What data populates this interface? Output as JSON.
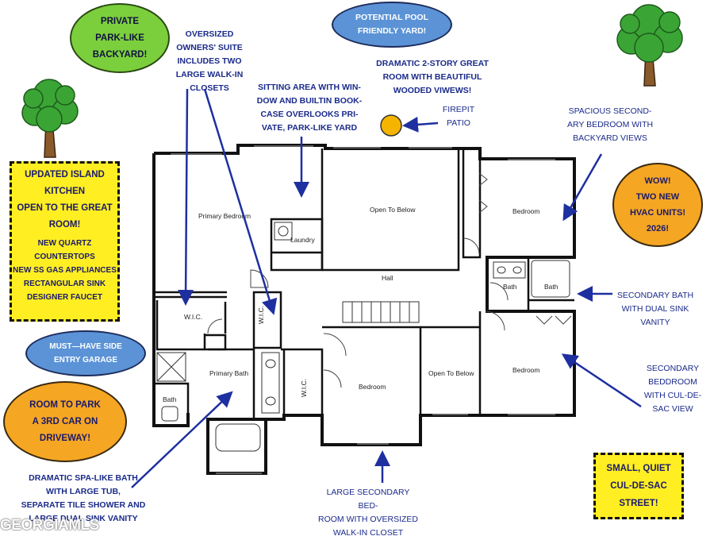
{
  "bubbles": {
    "private_backyard": "PRIVATE\nPARK-LIKE\nBACKYARD!",
    "pool": "POTENTIAL POOL\nFRIENDLY YARD!",
    "kitchen_title": "UPDATED ISLAND\nKITCHEN\nOPEN TO THE GREAT\nROOM!",
    "kitchen_details": "NEW QUARTZ\nCOUNTERTOPS\nNEW SS GAS APPLIANCES\nRECTANGULAR SINK\nDESIGNER FAUCET",
    "hvac": "WOW!\nTWO NEW\nHVAC UNITS!\n2026!",
    "garage": "MUST—HAVE SIDE\nENTRY GARAGE",
    "third_car": "ROOM TO PARK\nA 3RD CAR ON\nDRIVEWAY!",
    "culdesac": "SMALL, QUIET\nCUL-DE-SAC\nSTREET!"
  },
  "notes": {
    "owners_suite": "OVERSIZED\nOWNERS' SUITE\nINCLUDES TWO\nLARGE WALK-IN\nCLOSETS",
    "sitting_area": "SITTING AREA WITH WIN-\nDOW AND BUILTIN BOOK-\nCASE OVERLOOKS PRI-\nVATE, PARK-LIKE YARD",
    "great_room": "DRAMATIC 2-STORY GREAT\nROOM WITH BEAUTIFUL\nWOODED VIWEWS!",
    "firepit": "FIREPIT\nPATIO",
    "secondary_bedroom_backyard": "SPACIOUS SECOND-\nARY BEDROOM WITH\nBACKYARD VIEWS",
    "secondary_bath": "SECONDARY BATH\nWITH DUAL SINK\nVANITY",
    "secondary_bedroom_culdesac": "SECONDARY\nBEDDROOM\nWITH CUL-DE-\nSAC VIEW",
    "large_secondary_bedroom": "LARGE SECONDARY BED-\nROOM WITH OVERSIZED\nWALK-IN CLOSET",
    "spa_bath": "DRAMATIC SPA-LIKE BATH\nWITH LARGE TUB,\nSEPARATE TILE SHOWER AND\nLARGE DUAL SINK VANITY"
  },
  "rooms": {
    "primary_bedroom": "Primary Bedroom",
    "laundry": "Laundry",
    "open_to_below_top": "Open To Below",
    "bedroom_ne": "Bedroom",
    "hall": "Hall",
    "bath_left": "Bath",
    "bath_right": "Bath",
    "wic_left": "W.I.C.",
    "wic_mid": "W.I.C.",
    "wic_vert": "W.I.C.",
    "primary_bath": "Primary Bath",
    "bath_small": "Bath",
    "bedroom_center": "Bedroom",
    "open_to_below_bottom": "Open To Below",
    "bedroom_se": "Bedroom"
  },
  "watermark": "GEORGIAMLS",
  "colors": {
    "annotation_text": "#1a2a8a",
    "arrow": "#1e2fa0",
    "green_bubble": "#7ccf3c",
    "blue_bubble": "#5b93d6",
    "orange_bubble": "#f5a623",
    "yellow_box": "#ffee22",
    "firepit": "#f5b400",
    "wall": "#111111"
  },
  "icons": [
    "tree-icon",
    "firepit-icon"
  ]
}
